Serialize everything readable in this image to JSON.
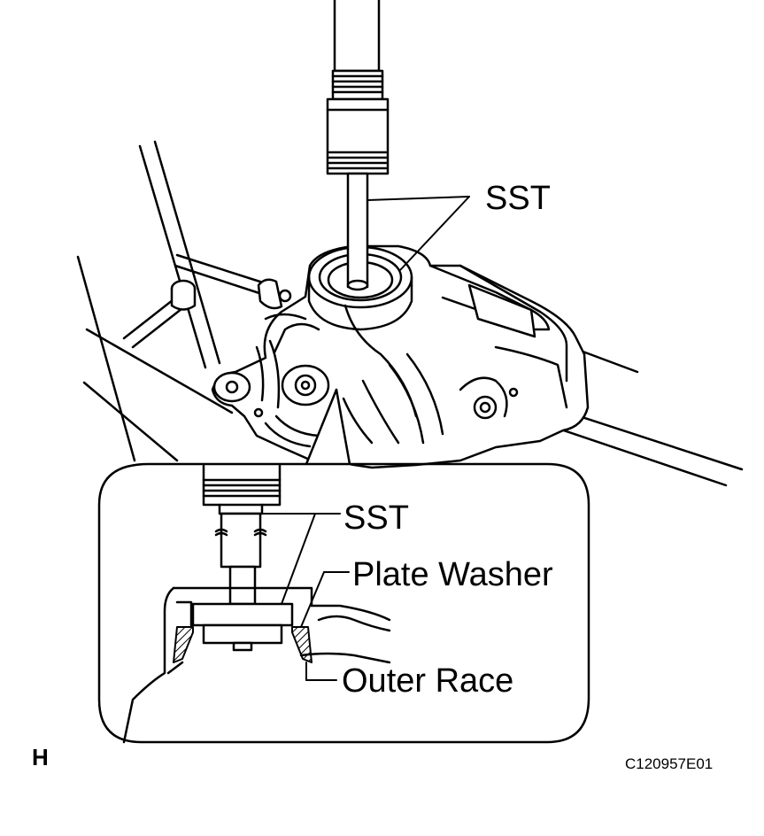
{
  "labels": {
    "sst_top": "SST",
    "sst_detail": "SST",
    "plate_washer": "Plate Washer",
    "outer_race": "Outer Race",
    "region_marker": "H",
    "figure_code": "C120957E01"
  },
  "colors": {
    "line": "#000000",
    "background": "#ffffff",
    "cross_section_hatch": "#000000"
  }
}
